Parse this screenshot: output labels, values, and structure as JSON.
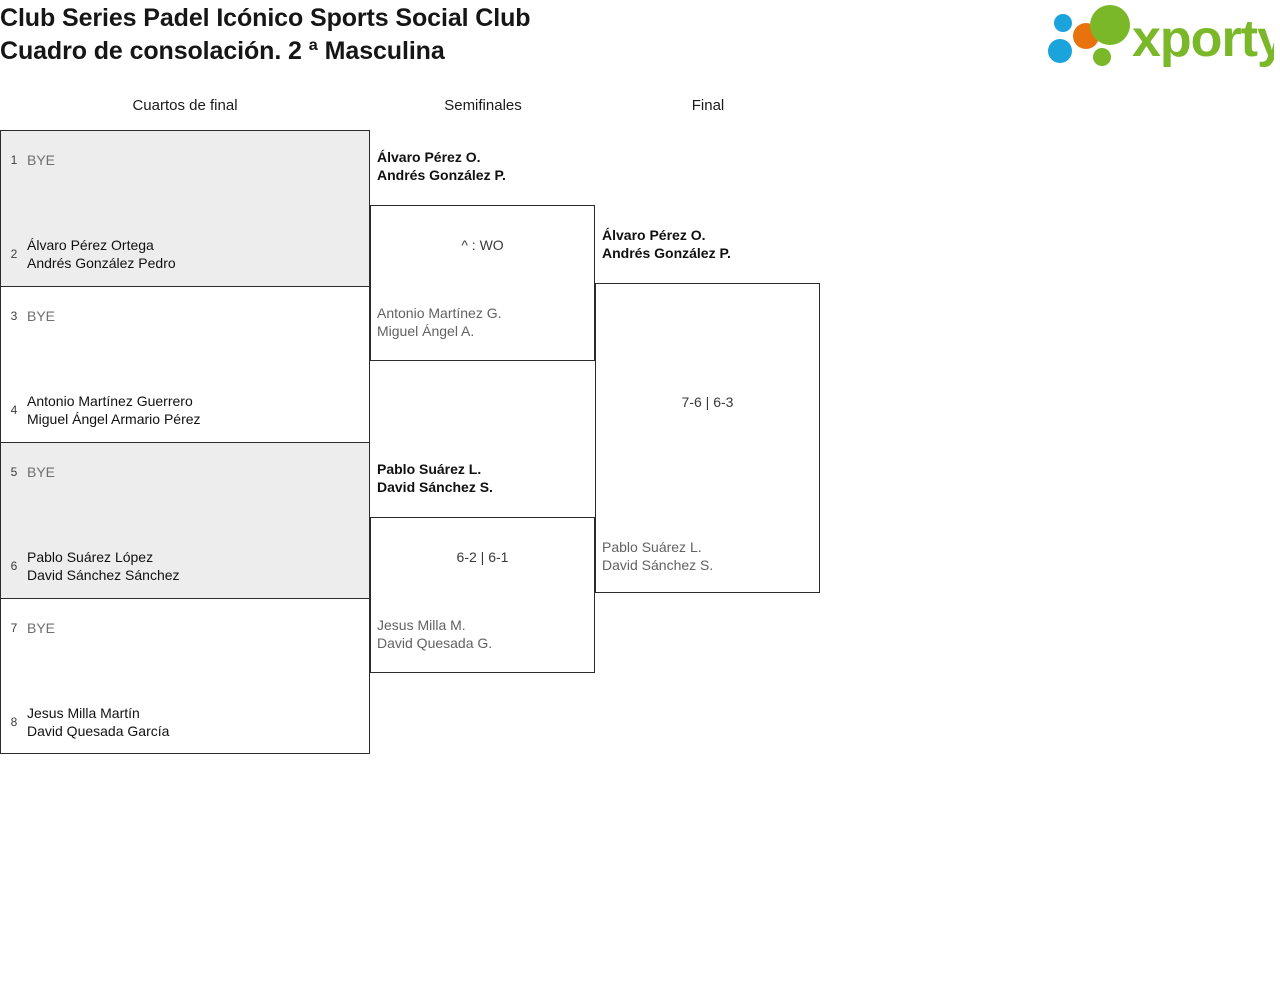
{
  "header": {
    "title": "Club Series Padel Icónico Sports Social Club\nCuadro de consolación. 2 ª Masculina",
    "logo_text": "xporty",
    "logo_colors": {
      "green": "#7AB829",
      "blue": "#1BA3DC",
      "orange": "#E8720C"
    }
  },
  "rounds": {
    "quarterfinals_label": "Cuartos de final",
    "semifinals_label": "Semifinales",
    "final_label": "Final"
  },
  "bracket": {
    "round1": [
      {
        "shaded": true,
        "top": {
          "seed": "1",
          "names": "BYE",
          "bye": true
        },
        "bottom": {
          "seed": "2",
          "names": "Álvaro Pérez Ortega\nAndrés González Pedro",
          "bye": false
        }
      },
      {
        "shaded": false,
        "top": {
          "seed": "3",
          "names": "BYE",
          "bye": true
        },
        "bottom": {
          "seed": "4",
          "names": "Antonio Martínez Guerrero\nMiguel Ángel Armario Pérez",
          "bye": false
        }
      },
      {
        "shaded": true,
        "top": {
          "seed": "5",
          "names": "BYE",
          "bye": true
        },
        "bottom": {
          "seed": "6",
          "names": "Pablo Suárez López\nDavid Sánchez Sánchez",
          "bye": false
        }
      },
      {
        "shaded": false,
        "top": {
          "seed": "7",
          "names": "BYE",
          "bye": true
        },
        "bottom": {
          "seed": "8",
          "names": "Jesus Milla Martín\nDavid Quesada García",
          "bye": false
        }
      }
    ],
    "round2": [
      {
        "winner": "Álvaro Pérez O.\nAndrés González P.",
        "loser": "Antonio Martínez G.\nMiguel Ángel A.",
        "score": "^ : WO"
      },
      {
        "winner": "Pablo Suárez L.\nDavid Sánchez S.",
        "loser": "Jesus Milla M.\nDavid Quesada G.",
        "score": "6-2 | 6-1"
      }
    ],
    "round3": {
      "winner": "Álvaro Pérez O.\nAndrés González P.",
      "loser": "Pablo Suárez L.\nDavid Sánchez S.",
      "score": "7-6 | 6-3"
    }
  }
}
